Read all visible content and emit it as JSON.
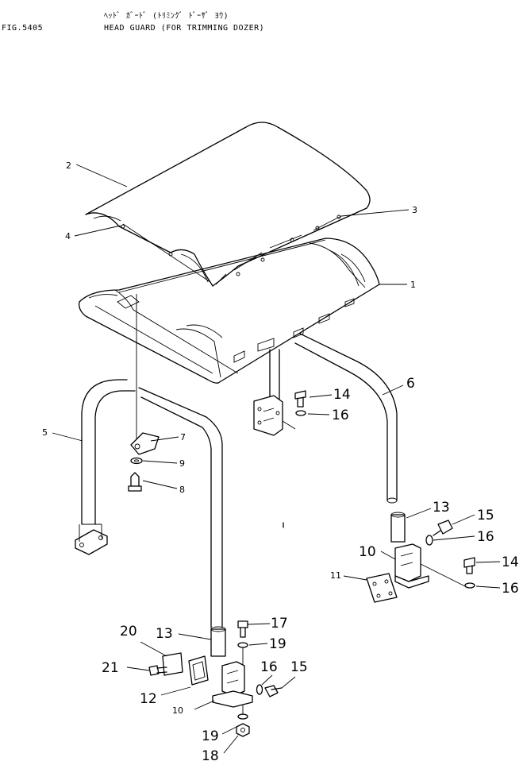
{
  "header": {
    "fig_number": "FIG.5405",
    "title_jp": "ﾍｯﾄﾞ ｶﾞｰﾄﾞ (ﾄﾘﾐﾝｸﾞ ﾄﾞｰｻﾞ ﾖｳ)",
    "title_en": "HEAD GUARD (FOR TRIMMING DOZER)"
  },
  "callouts": {
    "c1": "1",
    "c2": "2",
    "c3": "3",
    "c4": "4",
    "c5": "5",
    "c6": "6",
    "c7": "7",
    "c8": "8",
    "c9": "9",
    "c10a": "10",
    "c10b": "10",
    "c11": "11",
    "c12": "12",
    "c13a": "13",
    "c13b": "13",
    "c14a": "14",
    "c14b": "14",
    "c15a": "15",
    "c15b": "15",
    "c16a": "16",
    "c16b": "16",
    "c16c": "16",
    "c16d": "16",
    "c17": "17",
    "c18": "18",
    "c19a": "19",
    "c19b": "19",
    "c20": "20",
    "c21": "21"
  }
}
